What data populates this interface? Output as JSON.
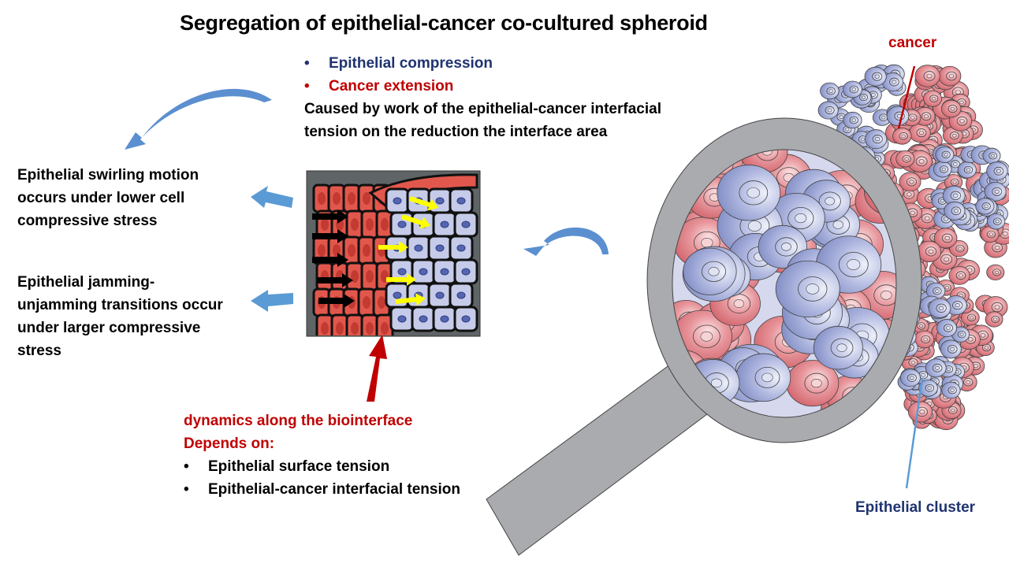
{
  "title": "Segregation of epithelial-cancer co-cultured spheroid",
  "top_bullets": [
    {
      "text": "Epithelial compression",
      "color": "#1f3370"
    },
    {
      "text": "Cancer extension",
      "color": "#c00000"
    }
  ],
  "top_paragraph": {
    "line1": "Caused by work of the epithelial-cancer interfacial",
    "line2": "tension on the reduction the interface area"
  },
  "left_notes": [
    {
      "lines": [
        "Epithelial swirling motion",
        "occurs under lower cell",
        "compressive stress"
      ]
    },
    {
      "lines": [
        "Epithelial jamming-",
        "unjamming transitions occur",
        "under larger compressive",
        "stress"
      ]
    }
  ],
  "bottom": {
    "heading1": "dynamics along the biointerface",
    "heading2": "Depends on:",
    "bullets": [
      "Epithelial surface tension",
      "Epithelial-cancer interfacial tension"
    ]
  },
  "labels": {
    "cancer": "cancer",
    "epithelial_cluster": "Epithelial cluster"
  },
  "colors": {
    "accent_blue": "#1f3370",
    "accent_red": "#c00000",
    "arrow_blue": "#5b9bd5",
    "cancer_cell": "#e07a80",
    "epithelial_cell": "#9aa6d8",
    "magnifier_gray": "#a9abae",
    "micro_bg": "#5f6466",
    "micro_red": "#e2574c",
    "micro_epi": "#c5cbe8",
    "yellow_arrow": "#ffff00"
  }
}
